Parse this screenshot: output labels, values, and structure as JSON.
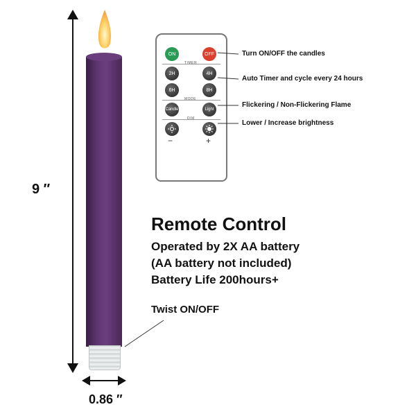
{
  "dimensions": {
    "height": "9 ″",
    "width": "0.86 ″"
  },
  "remote": {
    "on": "ON",
    "off": "OFF",
    "timer": "TIMER",
    "b2h": "2H",
    "b4h": "4H",
    "b6h": "6H",
    "b8h": "8H",
    "mode": "MODE",
    "candle": "Candle",
    "light": "Light",
    "dim": "DIM",
    "minus": "−",
    "plus": "+"
  },
  "callouts": [
    "Turn ON/OFF the candles",
    "Auto Timer and cycle every 24 hours",
    "Flickering / Non-Flickering Flame",
    "Lower / Increase brightness"
  ],
  "headline": "Remote Control",
  "lines": [
    "Operated by  2X AA battery",
    "(AA battery not included)",
    "Battery Life 200hours+"
  ],
  "twist": "Twist ON/OFF",
  "colors": {
    "candle": "#5e3570",
    "on": "#2a9a57",
    "off": "#d9402f"
  }
}
